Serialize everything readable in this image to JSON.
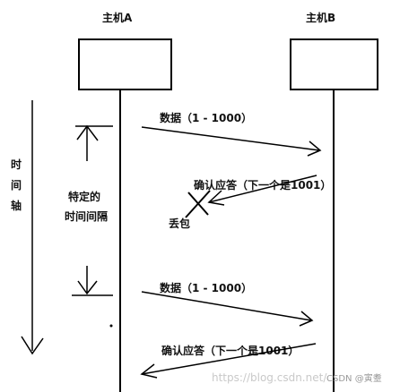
{
  "host_a": {
    "label": "主机A"
  },
  "host_b": {
    "label": "主机B"
  },
  "time_axis": {
    "chars": [
      "时",
      "间",
      "轴"
    ]
  },
  "interval": {
    "line1": "特定的",
    "line2": "时间间隔"
  },
  "messages": {
    "data_1": "数据（1 - 1000）",
    "ack_1": "确认应答（下一个是1001）",
    "lost": "丢包",
    "data_2": "数据（1 - 1000）",
    "ack_2": "确认应答（下一个是1001）"
  },
  "watermark": {
    "url": "https://blog.csdn.net/",
    "brand": "CSDN @寅耋"
  }
}
